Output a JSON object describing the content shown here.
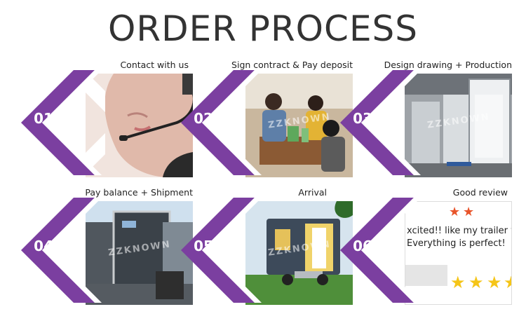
{
  "title": "ORDER PROCESS",
  "colors": {
    "accent": "#7b3fa0",
    "title": "#333333"
  },
  "steps": [
    {
      "number": "01",
      "caption": "Contact with us",
      "image": "customer service headset"
    },
    {
      "number": "02",
      "caption": "Sign contract & Pay deposit",
      "image": "signing meeting"
    },
    {
      "number": "03",
      "caption": "Design drawing + Production",
      "image": "factory production"
    },
    {
      "number": "04",
      "caption": "Pay balance + Shipment",
      "image": "container loading"
    },
    {
      "number": "05",
      "caption": "Arrival",
      "image": "toilet trailer arrival"
    },
    {
      "number": "06",
      "caption": "Good review",
      "image": "review screenshot"
    }
  ],
  "watermark": "ZZKNOWN",
  "review": {
    "line1": "xcited!! like my trailer ver",
    "line2": "Everything is perfect!"
  }
}
